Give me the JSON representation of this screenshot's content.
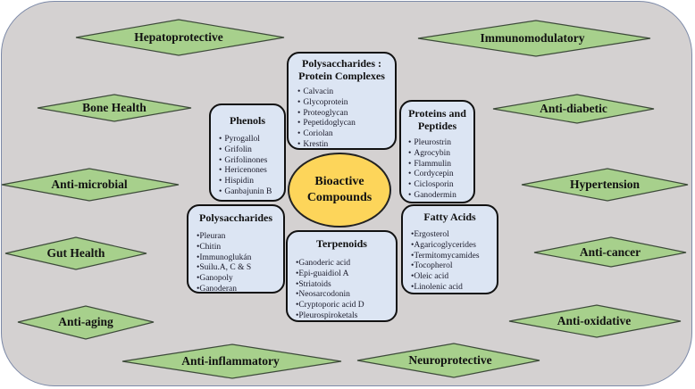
{
  "diagram": {
    "center": {
      "label_line1": "Bioactive",
      "label_line2": "Compounds",
      "color": "#fdd55a"
    },
    "compound_groups": {
      "polysaccharide_protein": {
        "title_line1": "Polysaccharides :",
        "title_line2": "Protein Complexes",
        "items": [
          "Calvacin",
          "Glycoprotein",
          "Proteoglycan",
          "Pepetidoglycan",
          "Coriolan",
          "Krestin"
        ]
      },
      "phenols": {
        "title": "Phenols",
        "items": [
          "Pyrogallol",
          "Grifolin",
          "Grifolinones",
          "Hericenones",
          "Hispidin",
          "Ganbajunin B"
        ]
      },
      "proteins_peptides": {
        "title_line1": "Proteins and",
        "title_line2": "Peptides",
        "items": [
          "Pleurostrin",
          "Agrocybin",
          "Flammulin",
          "Cordycepin",
          "Ciclosporin",
          "Ganodermin"
        ]
      },
      "polysaccharides": {
        "title": "Polysaccharides",
        "items": [
          "Pleuran",
          "Chitin",
          "Immunoglukán",
          "Suilu.A, C & S",
          "Ganopoly",
          "Ganoderan"
        ]
      },
      "terpenoids": {
        "title": "Terpenoids",
        "items": [
          "Ganoderic acid",
          "Epi-guaidiol A",
          "Striatoids",
          "Neosarcodonin",
          "Cryptoporic acid D",
          "Pleurospiroketals"
        ]
      },
      "fatty_acids": {
        "title": "Fatty Acids",
        "items": [
          "Ergosterol",
          "Agaricoglycerides",
          "Termitomycamides",
          "Tocopherol",
          "Oleic acid",
          "Linolenic acid"
        ]
      }
    },
    "health_benefits": {
      "hepatoprotective": "Hepatoprotective",
      "immunomodulatory": "Immunomodulatory",
      "bone_health": "Bone Health",
      "anti_diabetic": "Anti-diabetic",
      "anti_microbial": "Anti-microbial",
      "hypertension": "Hypertension",
      "gut_health": "Gut Health",
      "anti_cancer": "Anti-cancer",
      "anti_aging": "Anti-aging",
      "anti_oxidative": "Anti-oxidative",
      "anti_inflammatory": "Anti-inflammatory",
      "neuroprotective": "Neuroprotective"
    },
    "colors": {
      "background_panel": "#d4d1d1",
      "diamond_fill": "#a7d08c",
      "box_fill": "#dce5f3"
    }
  }
}
